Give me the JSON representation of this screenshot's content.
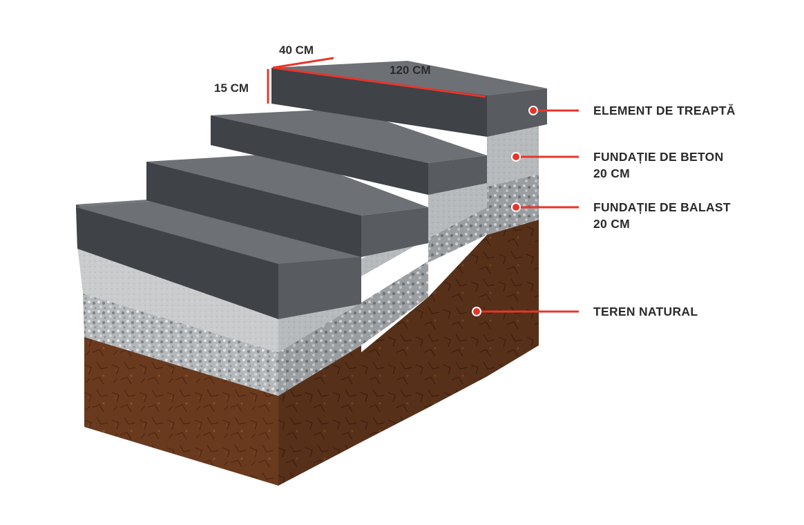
{
  "dimensions": {
    "depth": "40 CM",
    "width": "120 CM",
    "height": "15 CM"
  },
  "legend": [
    {
      "line1": "ELEMENT DE TREAPTĂ",
      "line2": ""
    },
    {
      "line1": "FUNDAȚIE DE BETON",
      "line2": "20 CM"
    },
    {
      "line1": "FUNDAȚIE DE BALAST",
      "line2": "20 CM"
    },
    {
      "line1": "TEREN NATURAL",
      "line2": ""
    }
  ],
  "colors": {
    "accent": "#e8352b",
    "step_top": "#6b6e72",
    "step_front": "#3f4246",
    "concrete": "#c9cbcc",
    "gravel": "#a9adb0",
    "soil": "#6a3a1e",
    "text": "#2b2b2b"
  }
}
